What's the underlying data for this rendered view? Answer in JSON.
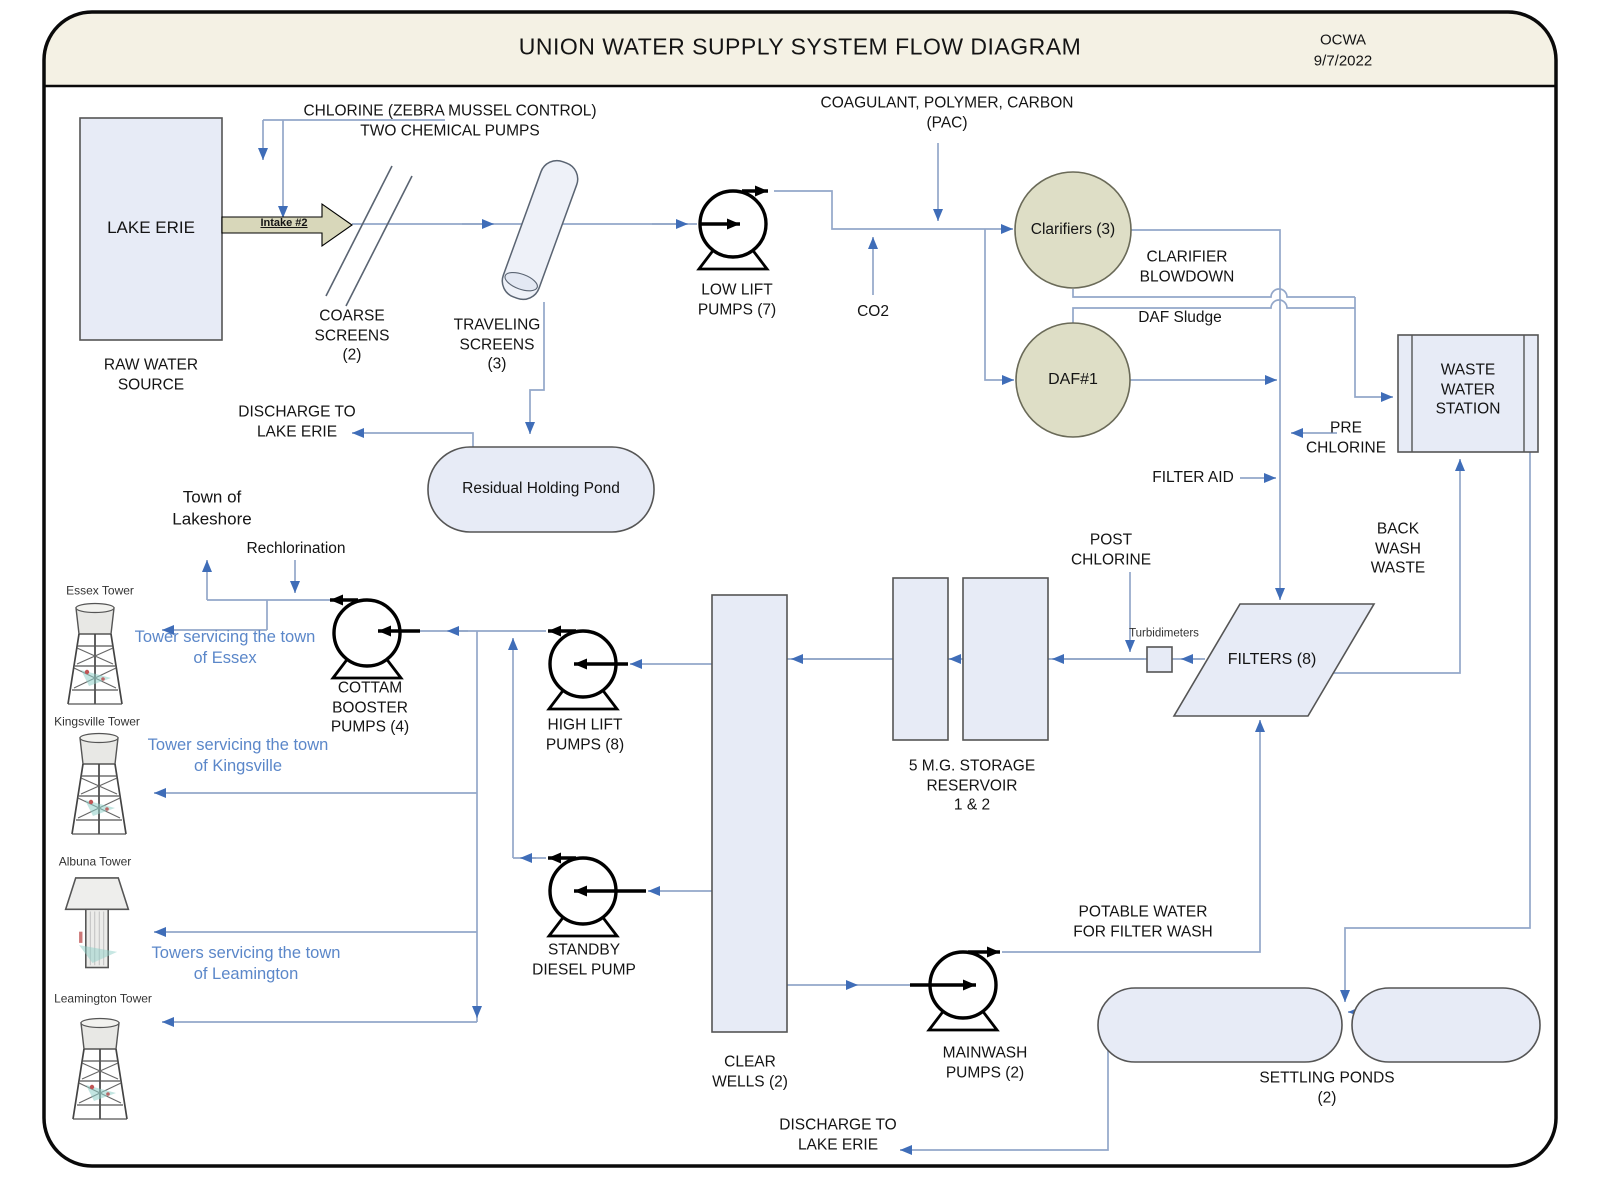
{
  "header": {
    "title": "UNION WATER SUPPLY SYSTEM FLOW DIAGRAM",
    "org": "OCWA",
    "date": "9/7/2022"
  },
  "colors": {
    "line": "#93a7c9",
    "arrow": "#3f6db8",
    "boxfill": "#e7ebf6",
    "circlefill": "#dedec6",
    "band": "#f4f1e4",
    "bluetext": "#5b87c9",
    "intake": "#d8d7ba"
  },
  "labels": {
    "lake_erie": "LAKE ERIE",
    "raw_water": "RAW WATER\nSOURCE",
    "chlorine": "CHLORINE (ZEBRA MUSSEL CONTROL)\nTWO CHEMICAL PUMPS",
    "intake": "Intake #2",
    "coarse_screens": "COARSE\nSCREENS\n(2)",
    "traveling_screens": "TRAVELING\nSCREENS\n(3)",
    "low_lift_pumps": "LOW LIFT\nPUMPS (7)",
    "co2": "CO2",
    "coagulant": "COAGULANT, POLYMER, CARBON\n(PAC)",
    "clarifiers": "Clarifiers (3)",
    "daf": "DAF#1",
    "clarifier_blowdown": "CLARIFIER\nBLOWDOWN",
    "daf_sludge": "DAF Sludge",
    "waste_water_station": "WASTE\nWATER\nSTATION",
    "pre_chlorine": "PRE\nCHLORINE",
    "filter_aid": "FILTER AID",
    "back_wash_waste": "BACK\nWASH\nWASTE",
    "discharge_upper": "DISCHARGE TO\nLAKE ERIE",
    "residual_pond": "Residual Holding Pond",
    "town_of_lakeshore": "Town of\nLakeshore",
    "rechlorination": "Rechlorination",
    "essex_tower": "Essex Tower",
    "essex_service": "Tower servicing the town\nof Essex",
    "kingsville_tower": "Kingsville Tower",
    "kingsville_service": "Tower servicing the town\nof Kingsville",
    "albuna_tower": "Albuna Tower",
    "leamington_tower": "Leamington Tower",
    "leamington_service": "Towers servicing the town\nof Leamington",
    "cottam_pumps": "COTTAM\nBOOSTER\nPUMPS (4)",
    "high_lift_pumps": "HIGH LIFT\nPUMPS (8)",
    "standby_pump": "STANDBY\nDIESEL PUMP",
    "clear_wells": "CLEAR\nWELLS (2)",
    "post_chlorine": "POST\nCHLORINE",
    "turbidimeters": "Turbidimeters",
    "reservoir": "5 M.G. STORAGE\nRESERVOIR\n1 & 2",
    "filters": "FILTERS (8)",
    "potable_water": "POTABLE WATER\nFOR  FILTER WASH",
    "mainwash_pumps": "MAINWASH\nPUMPS (2)",
    "settling_ponds": "SETTLING PONDS\n(2)",
    "discharge_lower": "DISCHARGE TO\nLAKE ERIE"
  }
}
